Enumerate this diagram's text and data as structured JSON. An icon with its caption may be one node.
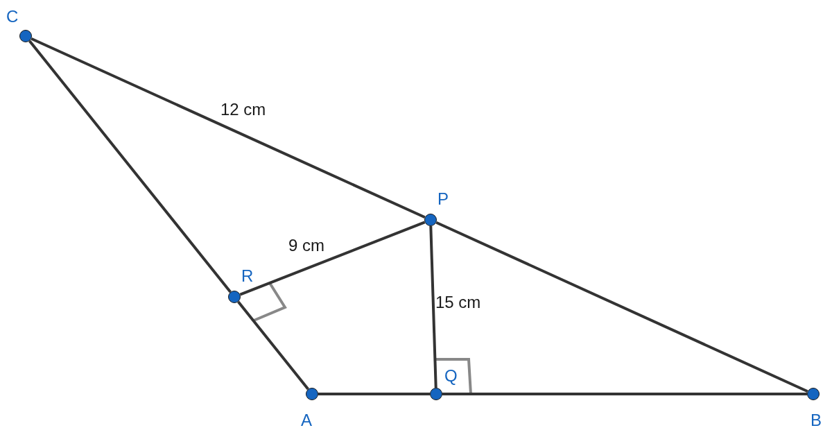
{
  "diagram": {
    "nodes": [
      {
        "text": [],
        "shape": "circle",
        "beside": [
          "C"
        ]
      },
      {
        "text": [],
        "shape": "circle",
        "beside": [
          "P"
        ]
      },
      {
        "text": [],
        "shape": "circle",
        "beside": [
          "R"
        ]
      },
      {
        "text": [],
        "shape": "circle",
        "beside": [
          "A"
        ]
      },
      {
        "text": [],
        "shape": "circle",
        "beside": [
          "Q"
        ]
      },
      {
        "text": [],
        "shape": "circle",
        "beside": [
          "B"
        ]
      }
    ],
    "edges": [
      {
        "from": 0,
        "to": 1,
        "arrow": "none",
        "label": "12 cm"
      },
      {
        "from": 1,
        "to": 5,
        "arrow": "none"
      },
      {
        "from": 0,
        "to": 2,
        "arrow": "none"
      },
      {
        "from": 2,
        "to": 3,
        "arrow": "none"
      },
      {
        "from": 3,
        "to": 4,
        "arrow": "none"
      },
      {
        "from": 4,
        "to": 5,
        "arrow": "none"
      },
      {
        "from": 2,
        "to": 1,
        "arrow": "none",
        "label": "9 cm"
      },
      {
        "from": 1,
        "to": 4,
        "arrow": "none",
        "label": "15 cm"
      }
    ]
  }
}
